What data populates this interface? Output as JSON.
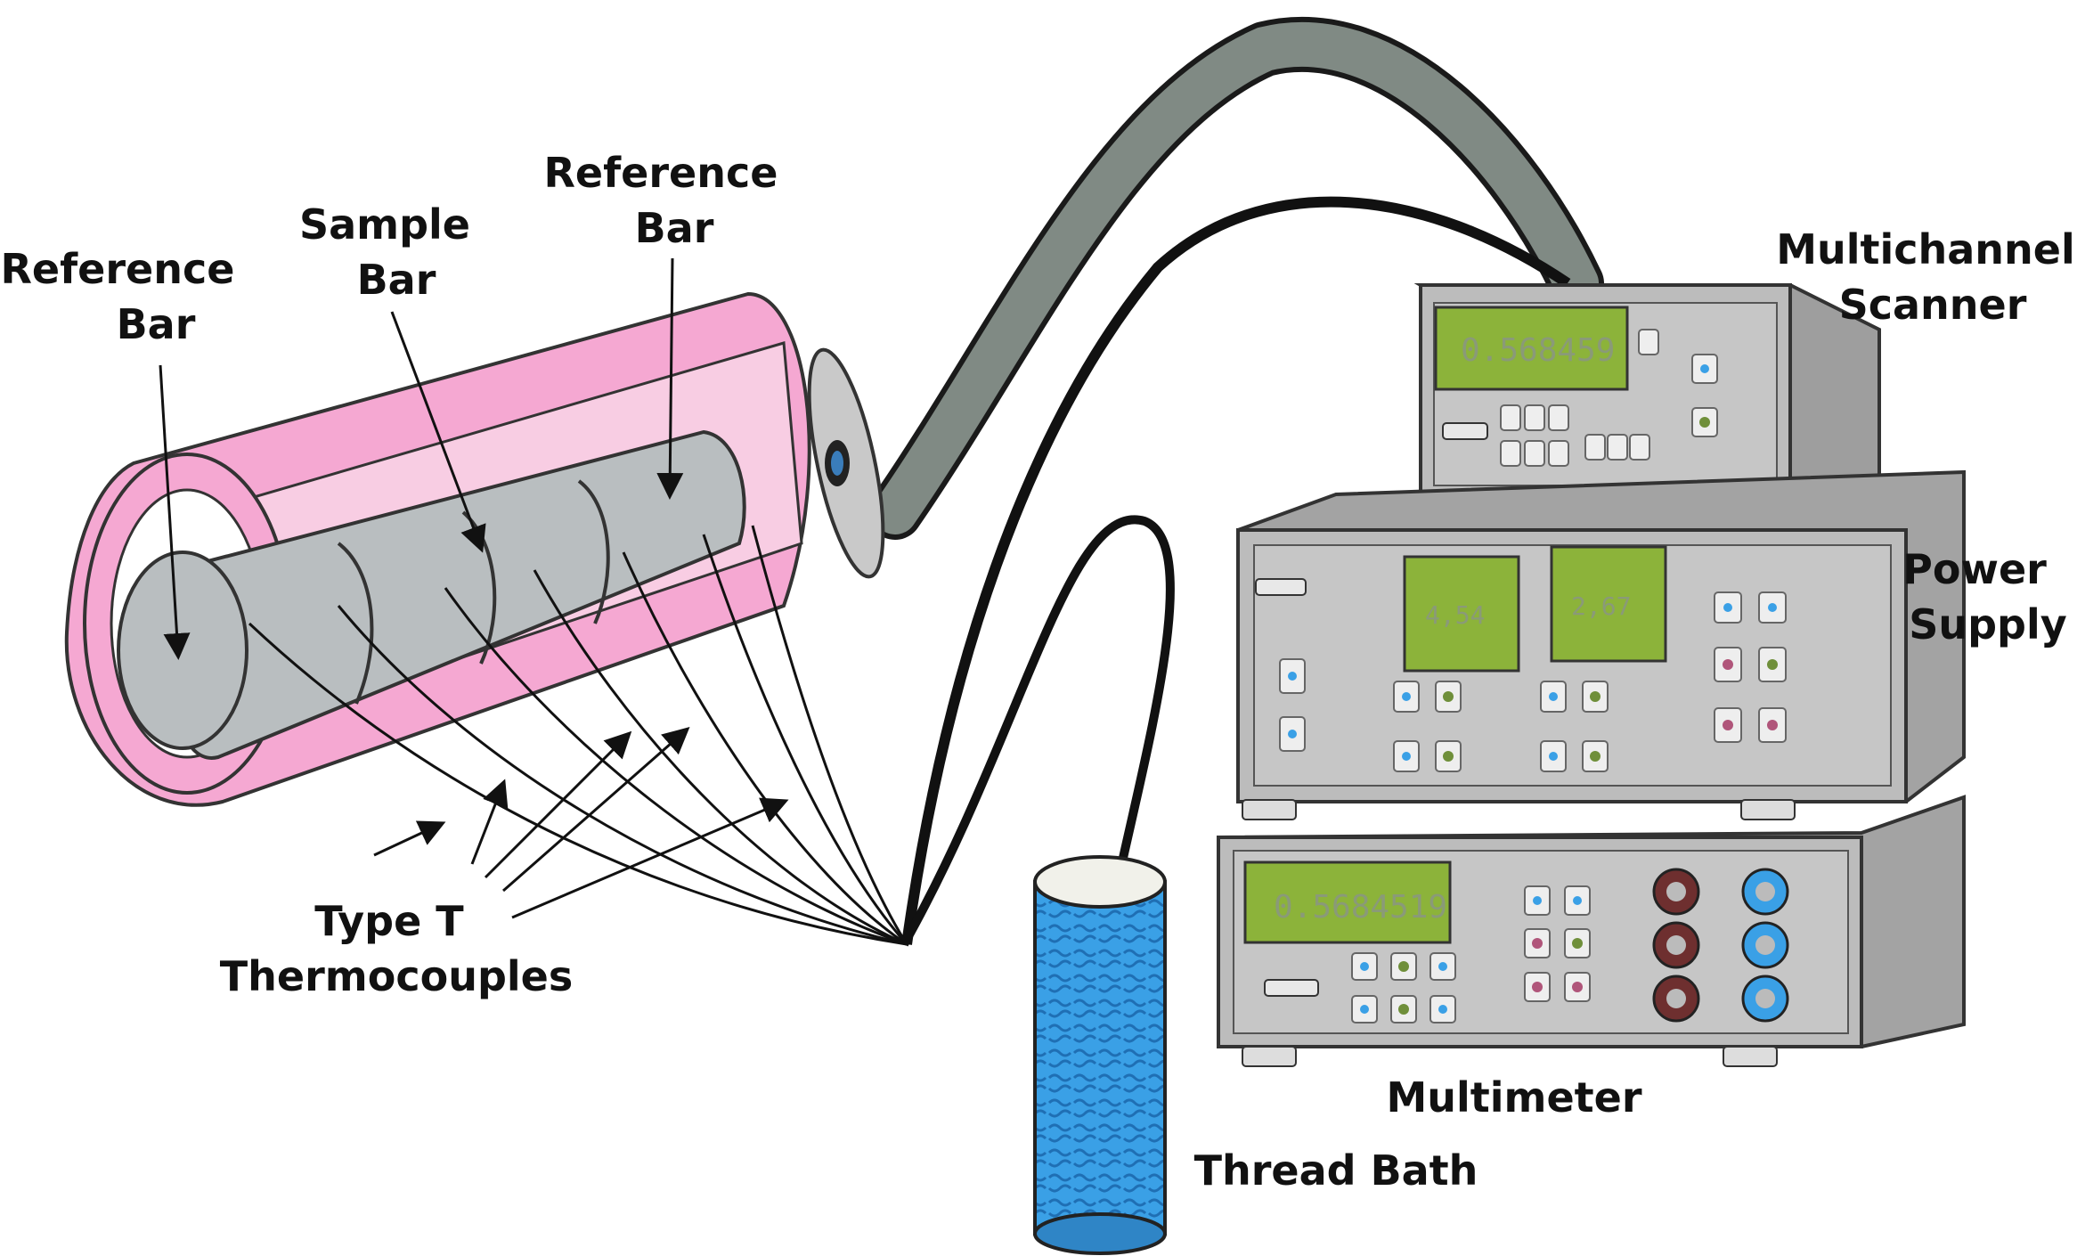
{
  "labels": {
    "reference_bar_left": [
      "Reference",
      "Bar"
    ],
    "sample_bar": [
      "Sample",
      "Bar"
    ],
    "reference_bar_right": [
      "Reference",
      "Bar"
    ],
    "thermocouples": [
      "Type T",
      "Thermocouples"
    ],
    "scanner": [
      "Multichannel",
      "Scanner"
    ],
    "power_supply": [
      "Power",
      "Supply"
    ],
    "multimeter": "Multimeter",
    "thread_bath": "Thread Bath"
  },
  "displays": {
    "scanner": "0.568459",
    "power_left": "4,54",
    "power_right": "2,67",
    "multimeter": "0.5684519"
  },
  "colors": {
    "insulation": "#f5a8d2",
    "bar": "#b9bec0",
    "lcd": "#8cb33a",
    "chassis": "#bcbcbc",
    "cable": "#808a84",
    "bath": "#3aa0e6"
  }
}
